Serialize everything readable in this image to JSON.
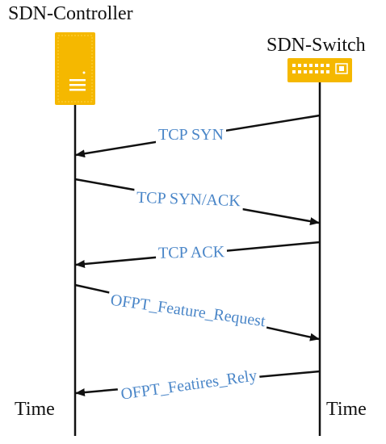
{
  "participants": {
    "controller": {
      "label": "SDN-Controller",
      "icon": "server-icon",
      "color": "#f5b800"
    },
    "switch": {
      "label": "SDN-Switch",
      "icon": "network-switch-icon",
      "color": "#f5b800"
    }
  },
  "time_labels": {
    "left": "Time",
    "right": "Time"
  },
  "messages": [
    {
      "label": "TCP SYN",
      "from": "switch",
      "to": "controller"
    },
    {
      "label": "TCP SYN/ACK",
      "from": "controller",
      "to": "switch"
    },
    {
      "label": "TCP ACK",
      "from": "switch",
      "to": "controller"
    },
    {
      "label": "OFPT_Feature_Request",
      "from": "controller",
      "to": "switch"
    },
    {
      "label": "OFPT_Featires_Rely",
      "from": "switch",
      "to": "controller"
    }
  ],
  "colors": {
    "label_text": "#4a86c8",
    "lines": "#111111"
  }
}
